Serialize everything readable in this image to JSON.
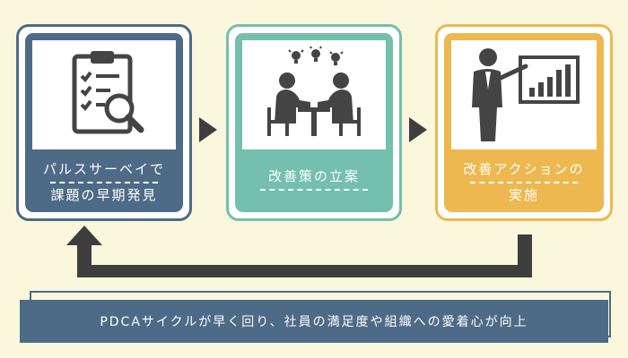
{
  "steps": [
    {
      "line1": "パルスサーベイで",
      "line2": "課題の早期発見",
      "color": "#4d6b87",
      "icon": "clipboard-magnifier-icon"
    },
    {
      "line1": "改善策の立案",
      "line2": "",
      "color": "#74bfae",
      "icon": "team-meeting-icon"
    },
    {
      "line1": "改善アクションの",
      "line2": "実施",
      "color": "#ecb84f",
      "icon": "presenter-chart-icon"
    }
  ],
  "banner": {
    "text": "PDCAサイクルが早く回り、社員の満足度や組織への愛着心が向上"
  },
  "colors": {
    "background": "#fbf7dd",
    "arrow": "#3e3e3e"
  }
}
